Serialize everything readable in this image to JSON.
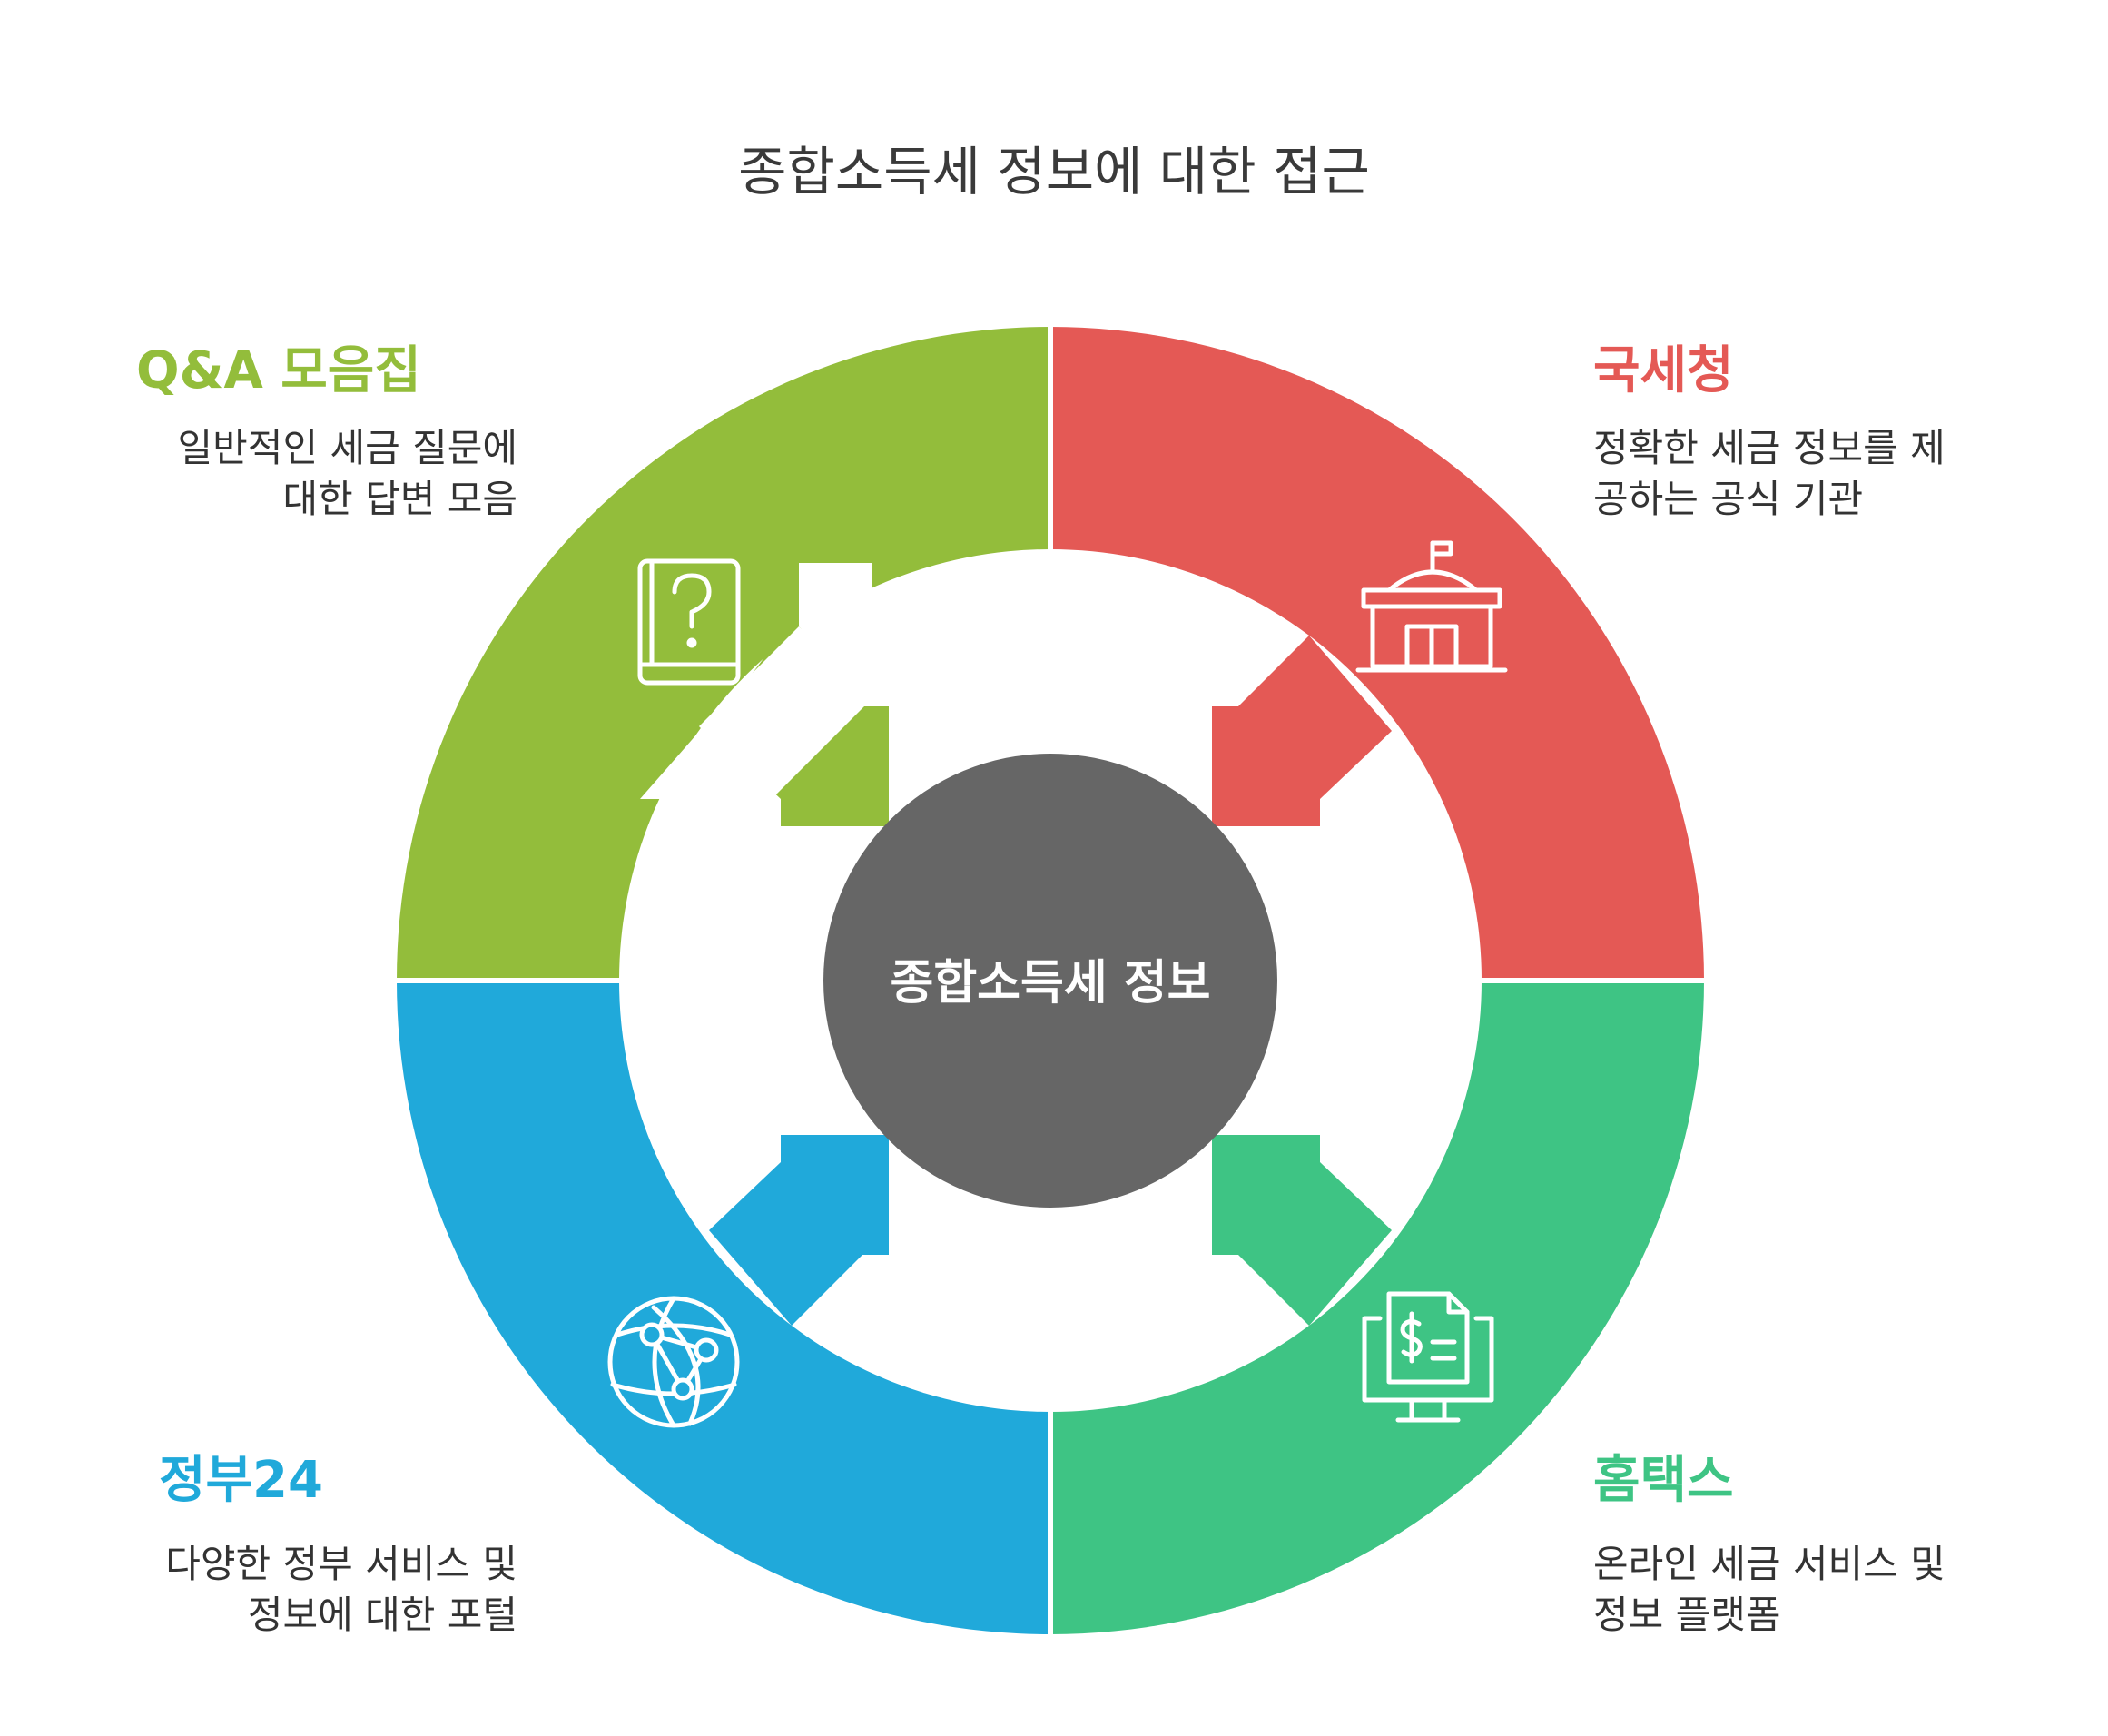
{
  "title": "종합소득세 정보에 대한 접근",
  "center": {
    "label": "종합소득세 정보",
    "color": "#666666"
  },
  "sections": [
    {
      "id": "qa",
      "title": "Q&A 모음집",
      "desc_lines": [
        "일반적인 세금 질문에",
        "대한 답변 모음"
      ],
      "color": "#93bd3b",
      "icon": "book-question-icon"
    },
    {
      "id": "nts",
      "title": "국세청",
      "desc_lines": [
        "정확한 세금 정보를 제",
        "공하는 공식 기관"
      ],
      "color": "#e45955",
      "icon": "government-building-icon"
    },
    {
      "id": "gov24",
      "title": "정부24",
      "desc_lines": [
        "다양한 정부 서비스 및",
        "정보에 대한 포털"
      ],
      "color": "#20a9da",
      "icon": "globe-network-icon"
    },
    {
      "id": "hometax",
      "title": "홈택스",
      "desc_lines": [
        "온라인 세금 서비스 및",
        "정보 플랫폼"
      ],
      "color": "#3ec484",
      "icon": "monitor-dollar-document-icon"
    }
  ]
}
